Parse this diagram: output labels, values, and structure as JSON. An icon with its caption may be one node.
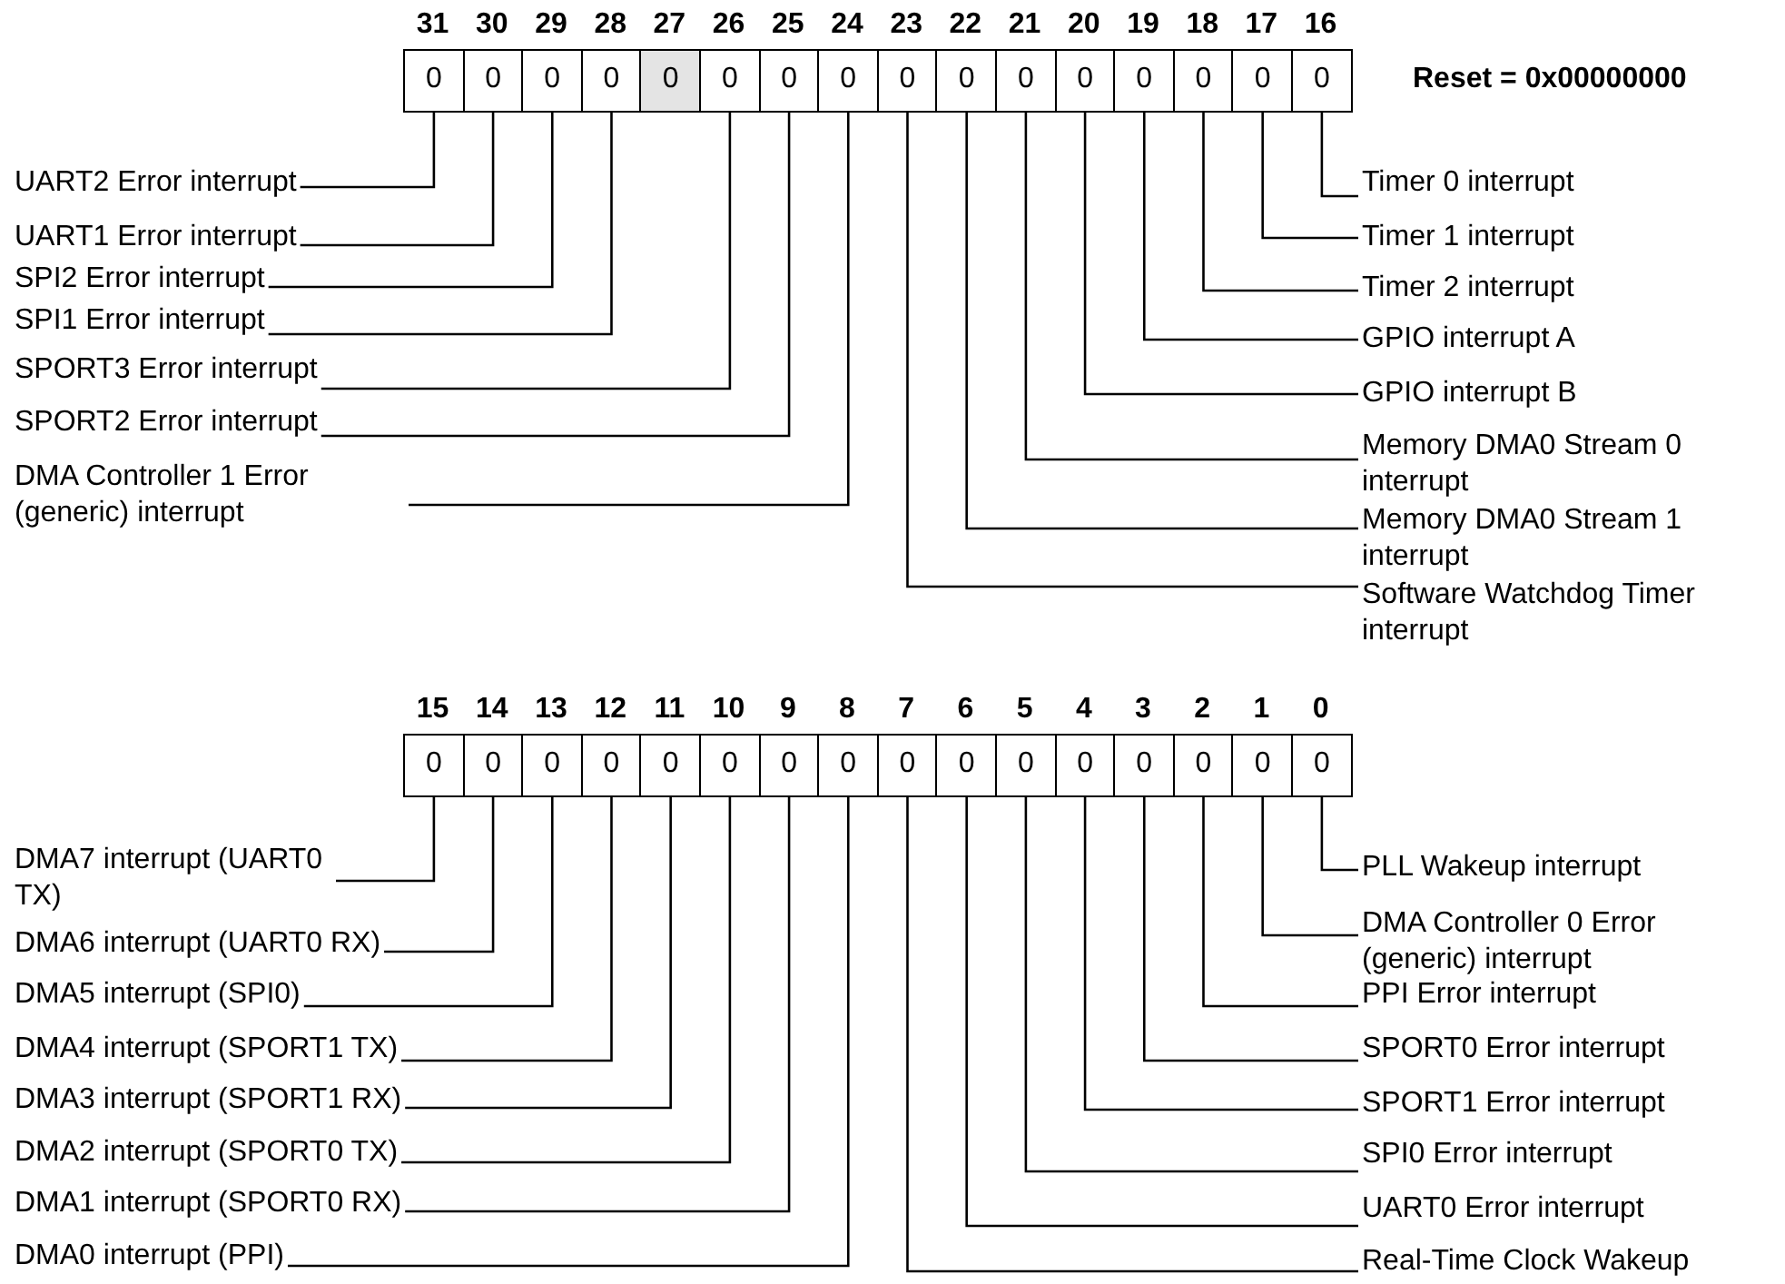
{
  "diagram": {
    "nodes": [
      {
        "text": [
          "0"
        ],
        "beside": [
          "31"
        ]
      },
      {
        "text": [
          "0"
        ],
        "beside": [
          "30"
        ]
      },
      {
        "text": [
          "0"
        ],
        "beside": [
          "29"
        ]
      },
      {
        "text": [
          "0"
        ],
        "beside": [
          "28"
        ]
      },
      {
        "text": [
          "0"
        ],
        "beside": [
          "27"
        ]
      },
      {
        "text": [
          "0"
        ],
        "beside": [
          "26"
        ]
      },
      {
        "text": [
          "0"
        ],
        "beside": [
          "25"
        ]
      },
      {
        "text": [
          "0"
        ],
        "beside": [
          "24"
        ]
      },
      {
        "text": [
          "0"
        ],
        "beside": [
          "23"
        ]
      },
      {
        "text": [
          "0"
        ],
        "beside": [
          "22"
        ]
      },
      {
        "text": [
          "0"
        ],
        "beside": [
          "21"
        ]
      },
      {
        "text": [
          "0"
        ],
        "beside": [
          "20"
        ]
      },
      {
        "text": [
          "0"
        ],
        "beside": [
          "19"
        ]
      },
      {
        "text": [
          "0"
        ],
        "beside": [
          "18"
        ]
      },
      {
        "text": [
          "0"
        ],
        "beside": [
          "17"
        ]
      },
      {
        "text": [
          "0"
        ],
        "beside": [
          "16"
        ]
      },
      {
        "text": [
          "UART2 Error interrupt"
        ]
      },
      {
        "text": [
          "UART1 Error interrupt"
        ]
      },
      {
        "text": [
          "SPI2 Error interrupt"
        ]
      },
      {
        "text": [
          "SPI1 Error interrupt"
        ]
      },
      {
        "text": [
          "SPORT3 Error interrupt"
        ]
      },
      {
        "text": [
          "SPORT2 Error interrupt"
        ]
      },
      {
        "text": [
          "DMA Controller 1 Error (generic) interrupt"
        ]
      },
      {
        "text": [
          "Timer 0 interrupt"
        ]
      },
      {
        "text": [
          "Timer 1 interrupt"
        ]
      },
      {
        "text": [
          "Timer 2 interrupt"
        ]
      },
      {
        "text": [
          "GPIO interrupt A"
        ]
      },
      {
        "text": [
          "GPIO interrupt B"
        ]
      },
      {
        "text": [
          "Memory DMA0 Stream 0 interrupt"
        ]
      },
      {
        "text": [
          "Memory DMA0 Stream 1 interrupt"
        ]
      },
      {
        "text": [
          "Software Watchdog Timer interrupt"
        ]
      },
      {
        "text": [
          "0"
        ],
        "beside": [
          "15"
        ]
      },
      {
        "text": [
          "0"
        ],
        "beside": [
          "14"
        ]
      },
      {
        "text": [
          "0"
        ],
        "beside": [
          "13"
        ]
      },
      {
        "text": [
          "0"
        ],
        "beside": [
          "12"
        ]
      },
      {
        "text": [
          "0"
        ],
        "beside": [
          "11"
        ]
      },
      {
        "text": [
          "0"
        ],
        "beside": [
          "10"
        ]
      },
      {
        "text": [
          "0"
        ],
        "beside": [
          "9"
        ]
      },
      {
        "text": [
          "0"
        ],
        "beside": [
          "8"
        ]
      },
      {
        "text": [
          "0"
        ],
        "beside": [
          "7"
        ]
      },
      {
        "text": [
          "0"
        ],
        "beside": [
          "6"
        ]
      },
      {
        "text": [
          "0"
        ],
        "beside": [
          "5"
        ]
      },
      {
        "text": [
          "0"
        ],
        "beside": [
          "4"
        ]
      },
      {
        "text": [
          "0"
        ],
        "beside": [
          "3"
        ]
      },
      {
        "text": [
          "0"
        ],
        "beside": [
          "2"
        ]
      },
      {
        "text": [
          "0"
        ],
        "beside": [
          "1"
        ]
      },
      {
        "text": [
          "0"
        ],
        "beside": [
          "0"
        ]
      },
      {
        "text": [
          "DMA7 interrupt (UART0 TX)"
        ]
      },
      {
        "text": [
          "DMA6 interrupt (UART0 RX)"
        ]
      },
      {
        "text": [
          "DMA5 interrupt (SPI0)"
        ]
      },
      {
        "text": [
          "DMA4 interrupt (SPORT1 TX)"
        ]
      },
      {
        "text": [
          "DMA3 interrupt (SPORT1 RX)"
        ]
      },
      {
        "text": [
          "DMA2 interrupt (SPORT0 TX)"
        ]
      },
      {
        "text": [
          "DMA1 interrupt (SPORT0 RX)"
        ]
      },
      {
        "text": [
          "DMA0 interrupt (PPI)"
        ]
      },
      {
        "text": [
          "PLL Wakeup interrupt"
        ]
      },
      {
        "text": [
          "DMA Controller 0 Error (generic) interrupt"
        ]
      },
      {
        "text": [
          "PPI Error interrupt"
        ]
      },
      {
        "text": [
          "SPORT0 Error interrupt"
        ]
      },
      {
        "text": [
          "SPORT1 Error interrupt"
        ]
      },
      {
        "text": [
          "SPI0 Error interrupt"
        ]
      },
      {
        "text": [
          "UART0 Error interrupt"
        ]
      },
      {
        "text": [
          "Real-Time Clock Wakeup"
        ]
      }
    ],
    "edges": [
      {
        "from": 16,
        "to": 0,
        "arrow": "none"
      },
      {
        "from": 17,
        "to": 1,
        "arrow": "none"
      },
      {
        "from": 18,
        "to": 2,
        "arrow": "none"
      },
      {
        "from": 19,
        "to": 3,
        "arrow": "none"
      },
      {
        "from": 20,
        "to": 5,
        "arrow": "none"
      },
      {
        "from": 21,
        "to": 6,
        "arrow": "none"
      },
      {
        "from": 22,
        "to": 7,
        "arrow": "none"
      },
      {
        "from": 23,
        "to": 15,
        "arrow": "none"
      },
      {
        "from": 24,
        "to": 14,
        "arrow": "none"
      },
      {
        "from": 25,
        "to": 13,
        "arrow": "none"
      },
      {
        "from": 26,
        "to": 12,
        "arrow": "none"
      },
      {
        "from": 27,
        "to": 11,
        "arrow": "none"
      },
      {
        "from": 28,
        "to": 10,
        "arrow": "none"
      },
      {
        "from": 29,
        "to": 9,
        "arrow": "none"
      },
      {
        "from": 30,
        "to": 8,
        "arrow": "none"
      },
      {
        "from": 47,
        "to": 31,
        "arrow": "none"
      },
      {
        "from": 48,
        "to": 32,
        "arrow": "none"
      },
      {
        "from": 49,
        "to": 33,
        "arrow": "none"
      },
      {
        "from": 50,
        "to": 34,
        "arrow": "none"
      },
      {
        "from": 51,
        "to": 35,
        "arrow": "none"
      },
      {
        "from": 52,
        "to": 36,
        "arrow": "none"
      },
      {
        "from": 53,
        "to": 37,
        "arrow": "none"
      },
      {
        "from": 54,
        "to": 38,
        "arrow": "none"
      },
      {
        "from": 55,
        "to": 46,
        "arrow": "none"
      },
      {
        "from": 56,
        "to": 45,
        "arrow": "none"
      },
      {
        "from": 57,
        "to": 44,
        "arrow": "none"
      },
      {
        "from": 58,
        "to": 43,
        "arrow": "none"
      },
      {
        "from": 59,
        "to": 42,
        "arrow": "none"
      },
      {
        "from": 60,
        "to": 41,
        "arrow": "none"
      },
      {
        "from": 61,
        "to": 40,
        "arrow": "none"
      },
      {
        "from": 62,
        "to": 39,
        "arrow": "none"
      }
    ],
    "labels": [
      "Reset = 0x00000000"
    ]
  }
}
